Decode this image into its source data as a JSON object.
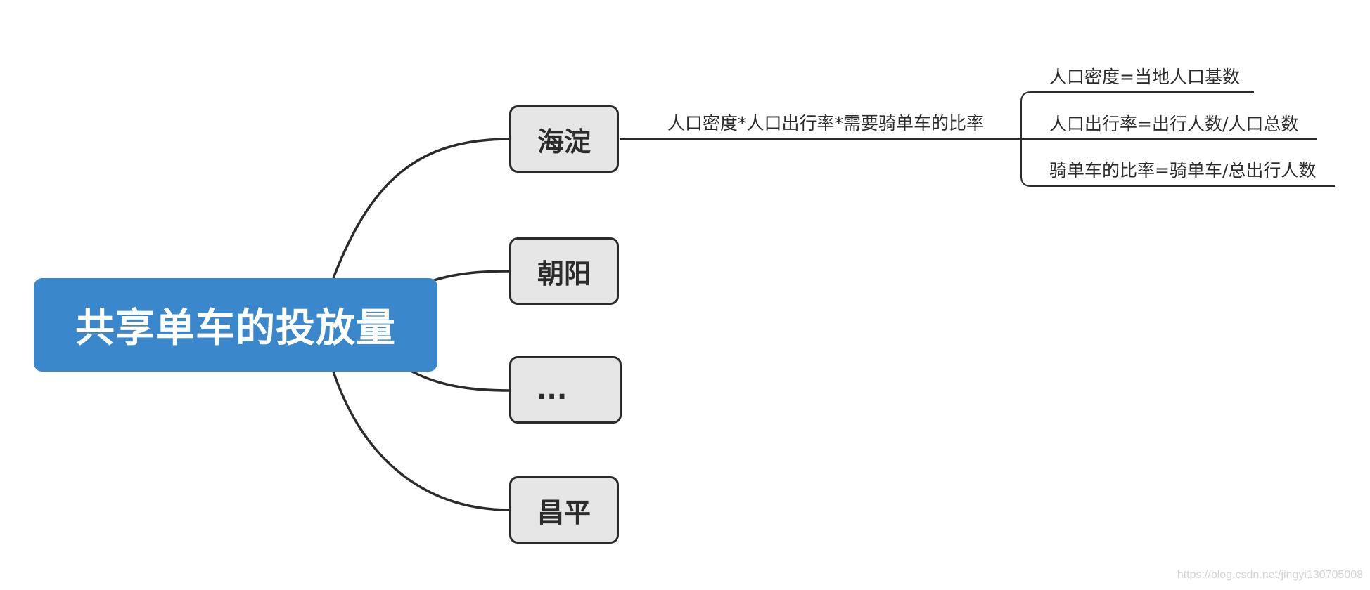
{
  "root": {
    "label": "共享单车的投放量"
  },
  "branches": [
    {
      "label": "海淀"
    },
    {
      "label": "朝阳"
    },
    {
      "label": "..."
    },
    {
      "label": "昌平"
    }
  ],
  "formula": {
    "label": "人口密度*人口出行率*需要骑单车的比率"
  },
  "sub_formulas": [
    {
      "label": "人口密度=当地人口基数"
    },
    {
      "label": "人口出行率=出行人数/人口总数"
    },
    {
      "label": "骑单车的比率=骑单车/总出行人数"
    }
  ],
  "watermark": "https://blog.csdn.net/jingyi130705008",
  "colors": {
    "root_fill": "#3a87cc",
    "branch_fill": "#e6e6e6",
    "line": "#2b2b2b"
  }
}
